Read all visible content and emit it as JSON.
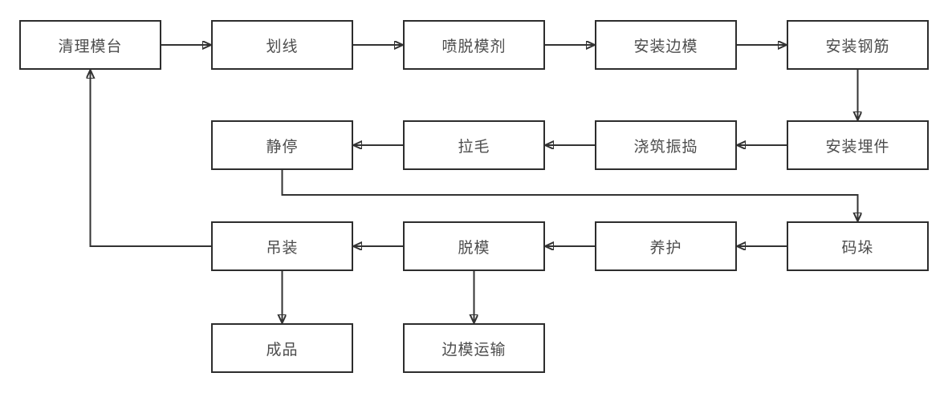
{
  "diagram": {
    "type": "flowchart",
    "background": "#ffffff",
    "colors": {
      "box_border": "#2d2d2d",
      "box_fill": "#ffffff",
      "arrow": "#333333",
      "text": "#4d4d4d"
    },
    "nodes": [
      {
        "id": "qingli-motai",
        "label": "清理模台"
      },
      {
        "id": "huaxian",
        "label": "划线"
      },
      {
        "id": "pen-tuomoji",
        "label": "喷脱模剂"
      },
      {
        "id": "anzhuang-bianmo",
        "label": "安装边模"
      },
      {
        "id": "anzhuang-gangjin",
        "label": "安装钢筋"
      },
      {
        "id": "anzhuang-maijian",
        "label": "安装埋件"
      },
      {
        "id": "jiaozhu-zhendao",
        "label": "浇筑振捣"
      },
      {
        "id": "lamao",
        "label": "拉毛"
      },
      {
        "id": "jingting",
        "label": "静停"
      },
      {
        "id": "maduo",
        "label": "码垛"
      },
      {
        "id": "yanghu",
        "label": "养护"
      },
      {
        "id": "tuomo",
        "label": "脱模"
      },
      {
        "id": "diaozhuang",
        "label": "吊装"
      },
      {
        "id": "chengpin",
        "label": "成品"
      },
      {
        "id": "bianmo-yunshu",
        "label": "边模运输"
      }
    ],
    "edges": [
      {
        "from": "清理模台",
        "to": "划线"
      },
      {
        "from": "划线",
        "to": "喷脱模剂"
      },
      {
        "from": "喷脱模剂",
        "to": "安装边模"
      },
      {
        "from": "安装边模",
        "to": "安装钢筋"
      },
      {
        "from": "安装钢筋",
        "to": "安装埋件"
      },
      {
        "from": "安装埋件",
        "to": "浇筑振捣"
      },
      {
        "from": "浇筑振捣",
        "to": "拉毛"
      },
      {
        "from": "拉毛",
        "to": "静停"
      },
      {
        "from": "静停",
        "to": "码垛"
      },
      {
        "from": "码垛",
        "to": "养护"
      },
      {
        "from": "养护",
        "to": "脱模"
      },
      {
        "from": "脱模",
        "to": "吊装"
      },
      {
        "from": "吊装",
        "to": "清理模台"
      },
      {
        "from": "吊装",
        "to": "成品"
      },
      {
        "from": "脱模",
        "to": "边模运输"
      }
    ]
  }
}
